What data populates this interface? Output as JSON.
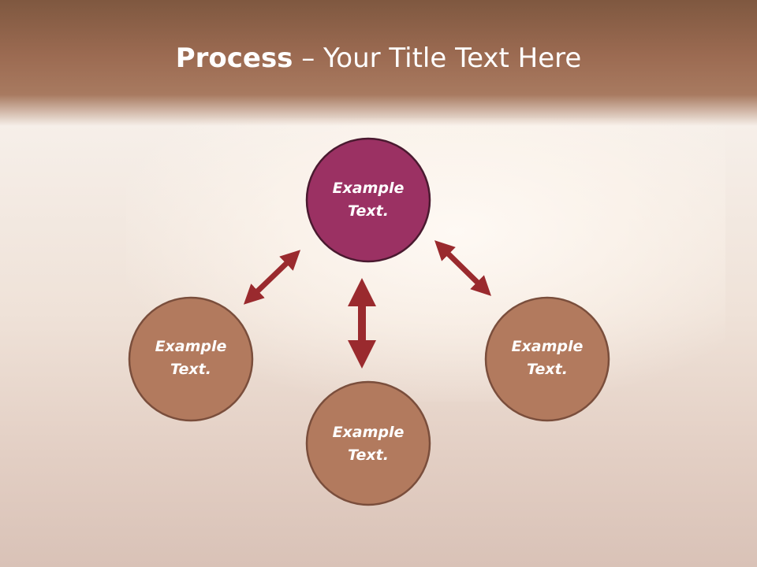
{
  "title": {
    "bold": "Process",
    "rest": " – Your Title Text Here"
  },
  "nodes": [
    {
      "line1": "Example",
      "line2": "Text."
    },
    {
      "line1": "Example",
      "line2": "Text."
    },
    {
      "line1": "Example",
      "line2": "Text."
    },
    {
      "line1": "Example",
      "line2": "Text."
    }
  ],
  "colors": {
    "accent_node": "#9b3163",
    "node": "#b27a5e",
    "node_border": "#7a4e3c",
    "accent_border": "#4a1a30",
    "arrow": "#9a2a2e",
    "title_text": "#ffffff"
  },
  "icons": [
    "double-arrow-icon"
  ]
}
